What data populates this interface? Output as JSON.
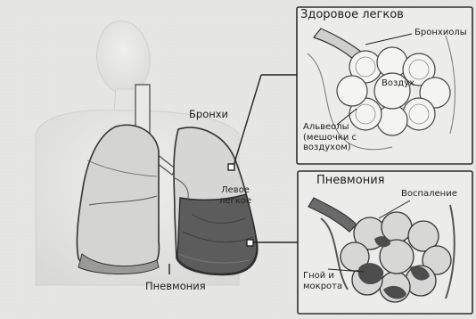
{
  "healthy_panel": {
    "title": "Здоровое легков",
    "labels": {
      "bronchiole": "Бронхиолы",
      "air": "Воздух",
      "alveoli": "Альвеолы\n(мешочки с\nвоздухом)"
    }
  },
  "pneumonia_panel": {
    "title": "Пневмония",
    "labels": {
      "inflammation": "Воспаление",
      "pus": "Гной и\nмокрота"
    }
  },
  "body_labels": {
    "bronchi": "Бронхи",
    "left_lung": "Левое\nлегкое",
    "pneumonia": "Пневмония"
  },
  "colors": {
    "background": "#e6e6e4",
    "lung_fill": "#cfcfcd",
    "infected_fill": "#5a5a5a",
    "outline": "#333333"
  }
}
